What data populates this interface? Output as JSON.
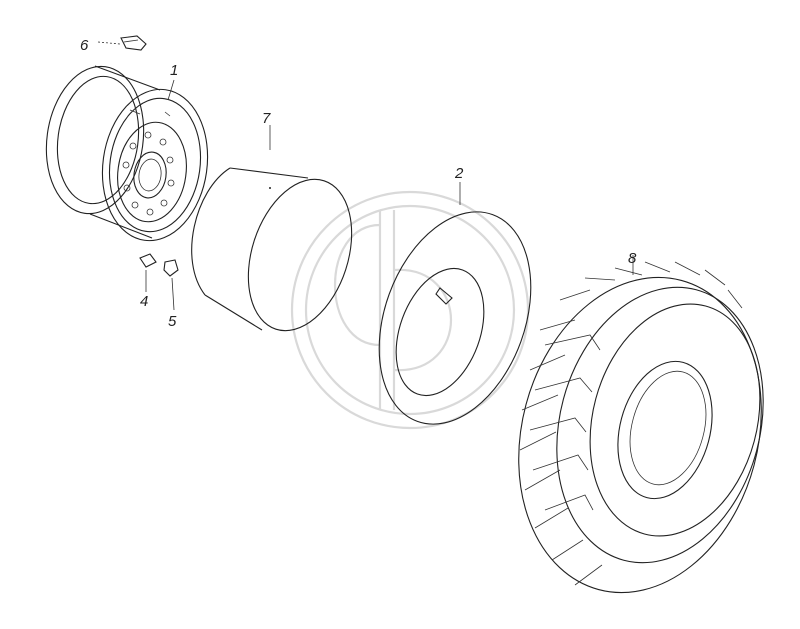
{
  "callouts": [
    {
      "id": "c1",
      "text": "1"
    },
    {
      "id": "c2",
      "text": "2"
    },
    {
      "id": "c4",
      "text": "4"
    },
    {
      "id": "c5",
      "text": "5"
    },
    {
      "id": "c6",
      "text": "6"
    },
    {
      "id": "c7",
      "text": "7"
    },
    {
      "id": "c8",
      "text": "8"
    }
  ]
}
